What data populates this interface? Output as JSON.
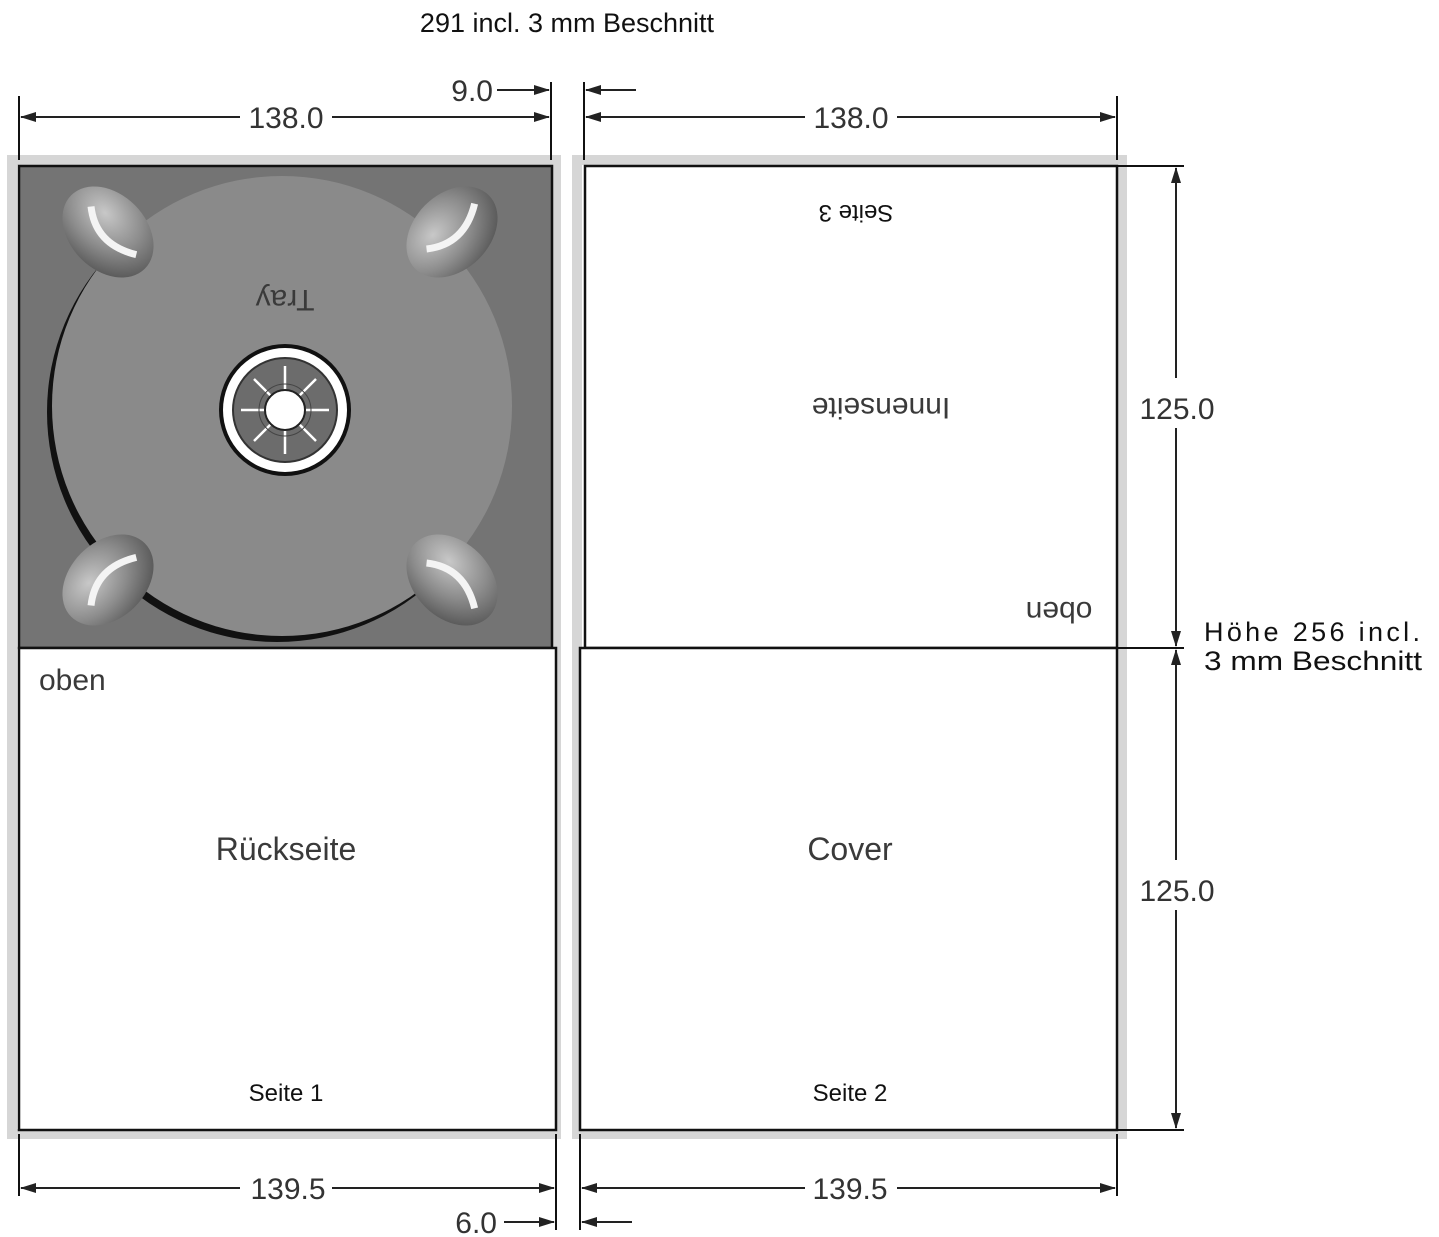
{
  "header": {
    "total_width_label": "291 incl. 3 mm Beschnitt"
  },
  "dimensions": {
    "top_left_width": "138.0",
    "top_right_width": "138.0",
    "top_gap": "9.0",
    "bottom_left_width": "139.5",
    "bottom_right_width": "139.5",
    "bottom_gap": "6.0",
    "upper_height": "125.0",
    "lower_height": "125.0",
    "total_height_line1": "Höhe 256 incl.",
    "total_height_line2": "3 mm Beschnitt"
  },
  "panels": {
    "tray": {
      "label": "Tray"
    },
    "inside": {
      "label": "Innenseite",
      "page": "Seite 3",
      "orientation": "oben"
    },
    "back": {
      "label": "Rückseite",
      "page": "Seite 1",
      "orientation": "oben"
    },
    "cover": {
      "label": "Cover",
      "page": "Seite 2"
    }
  },
  "colors": {
    "bleed": "#d6d6d6",
    "tray_background": "#747474",
    "disc": "#8a8a8a",
    "line": "#111111"
  }
}
